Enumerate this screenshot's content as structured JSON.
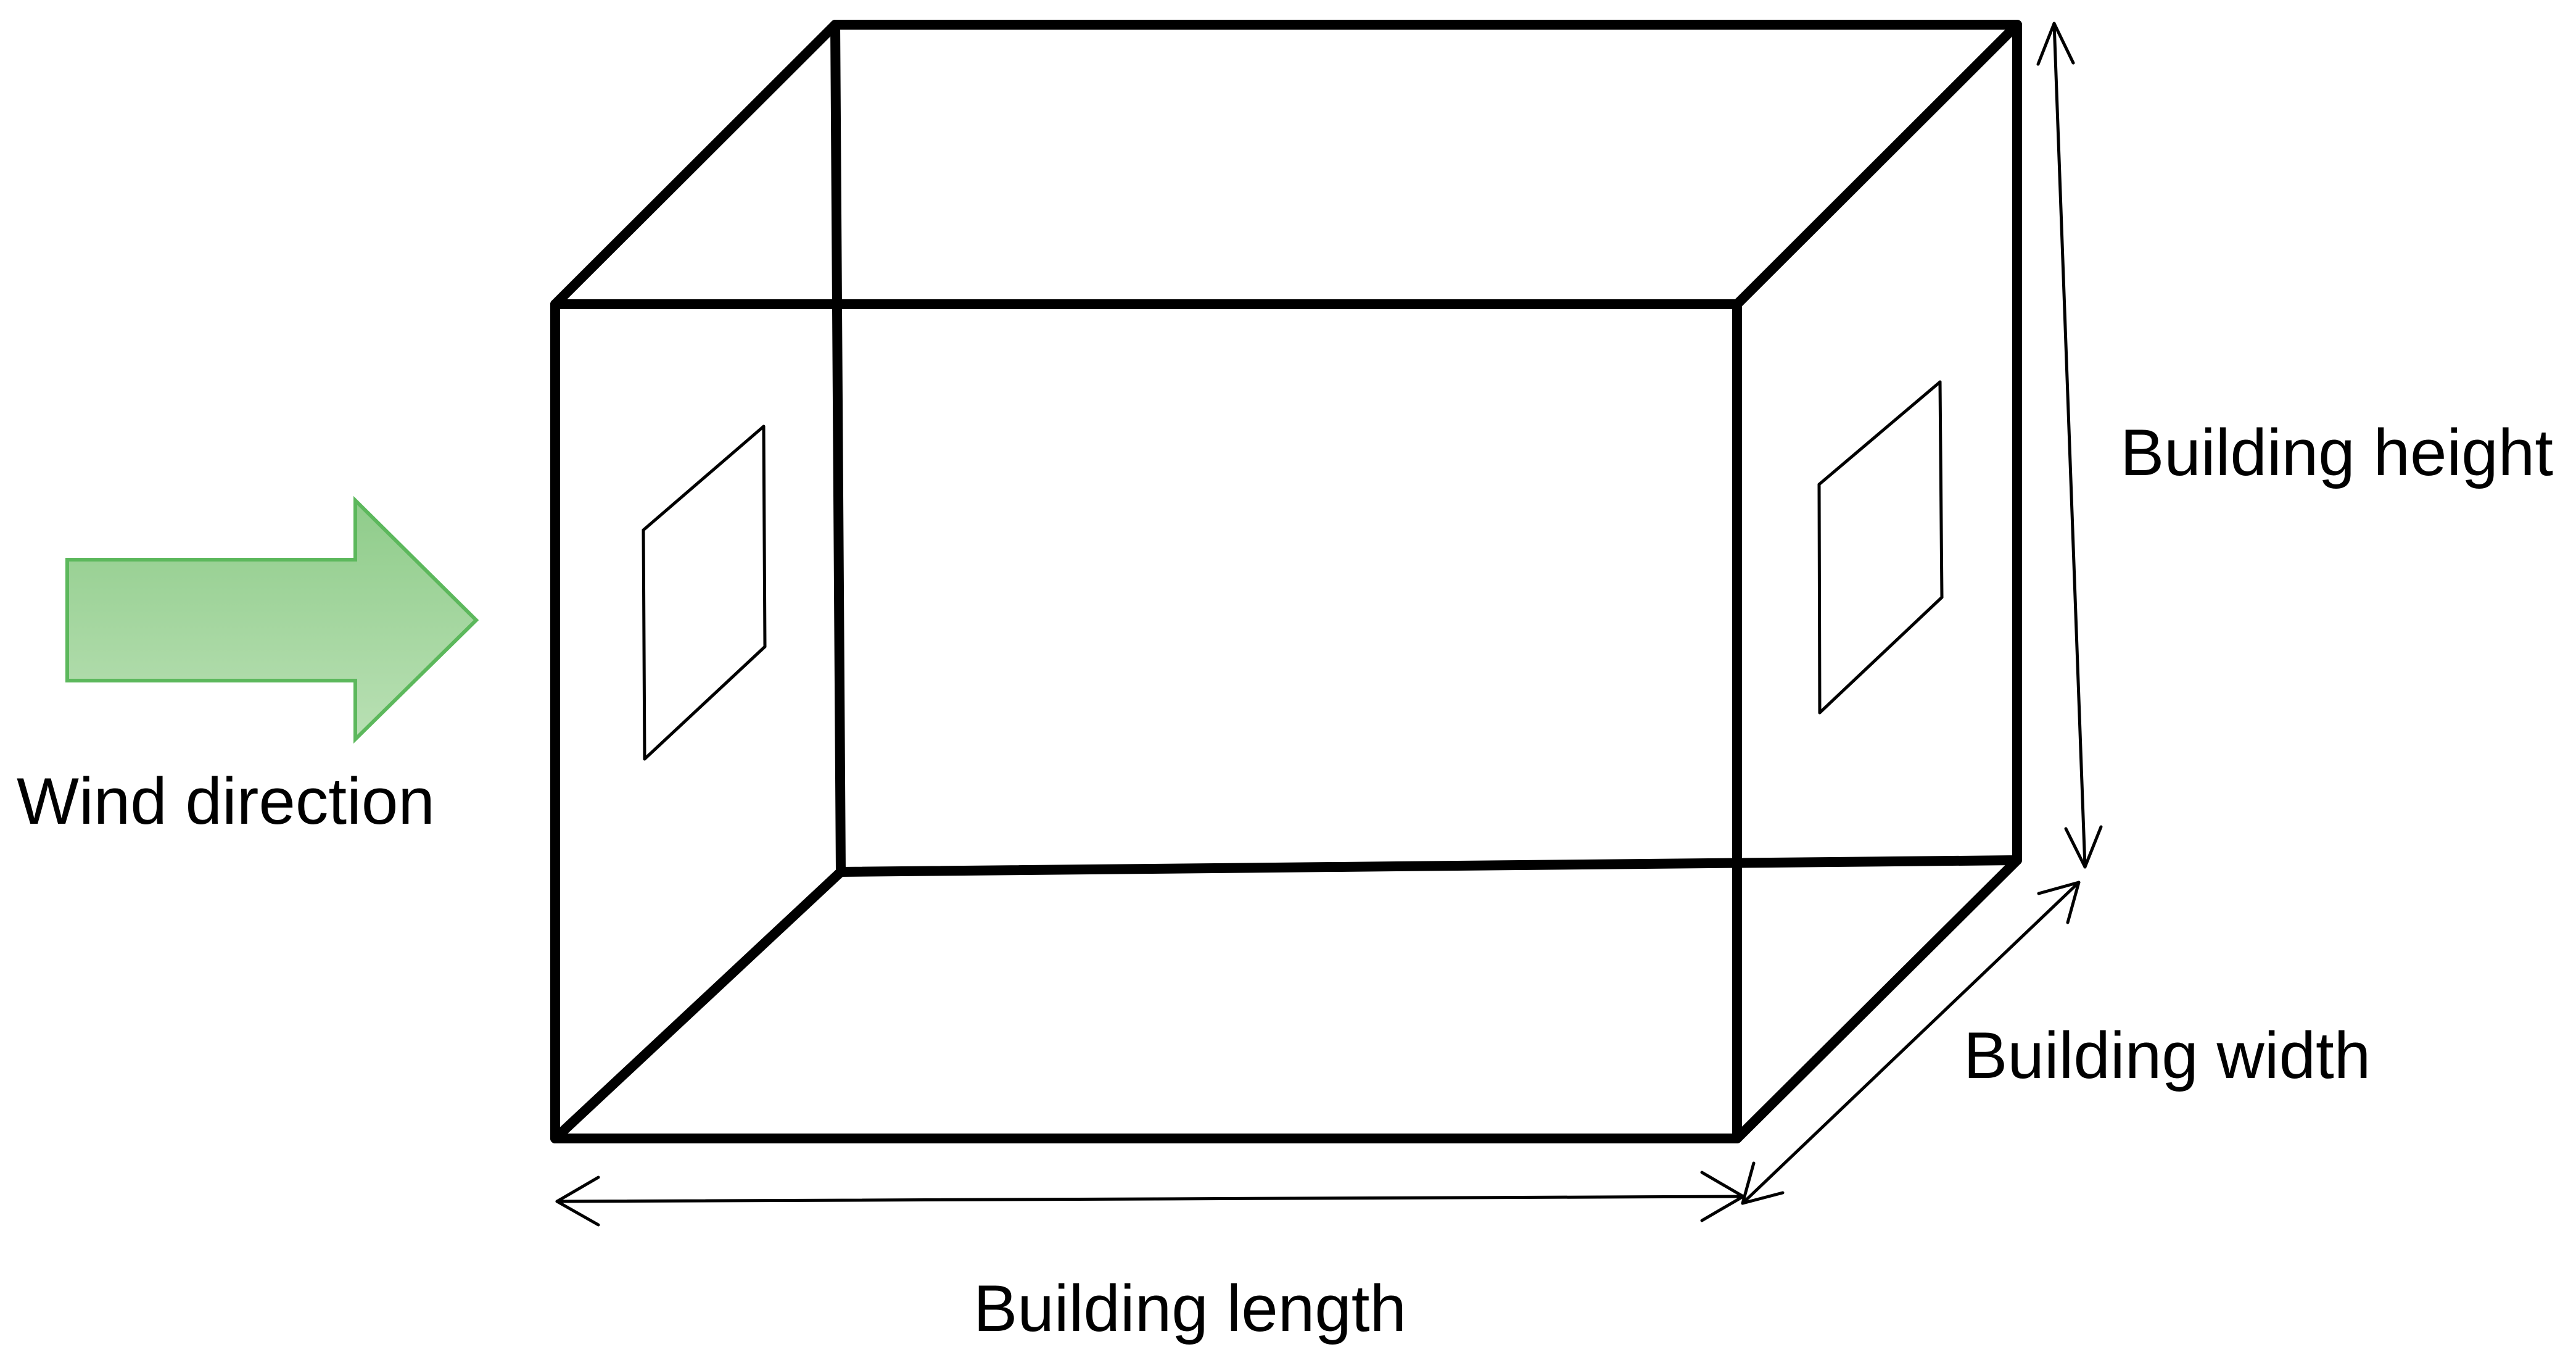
{
  "labels": {
    "wind_direction": "Wind direction",
    "building_height": "Building height",
    "building_width": "Building width",
    "building_length": "Building length"
  },
  "colors": {
    "arrow_fill_start": "#8fcc8a",
    "arrow_fill_end": "#b9e0b4",
    "arrow_stroke": "#5cb85c",
    "lines": "#000000"
  }
}
